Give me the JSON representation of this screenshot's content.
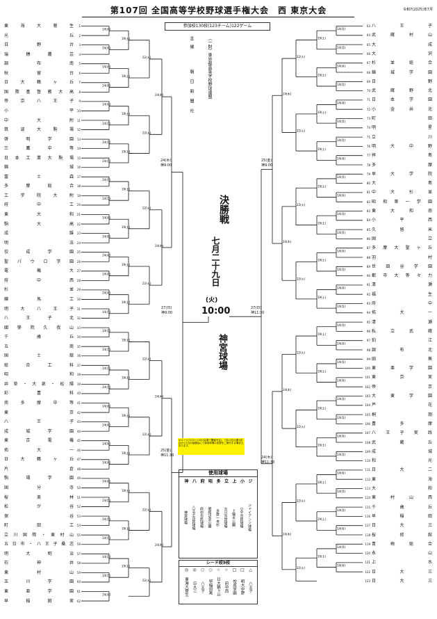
{
  "header": {
    "title": "第107回 全国高等学校野球選手権大会　西 東京大会",
    "date": "令和7(2025)年7月",
    "teams_count": "参加校130校(123チーム)122ゲーム"
  },
  "sponsor": {
    "host_label": "主　催",
    "host": "朝日新聞社",
    "cohost": "（一財）東京都高等学校野球連盟"
  },
  "final": {
    "label": "決勝戦",
    "date": "七月二十九日",
    "weekday": "(火)",
    "time": "10:00",
    "venue": "神宮球場"
  },
  "note": "※ページ(7/12～13の2会場で開催予定)、7月22日の第1試合から1日の抽選会にて使用球場の変更をご案内する場合もあります。",
  "left_teams": [
    {
      "n": "1",
      "name": "東海大菅生"
    },
    {
      "n": "2",
      "name": "光丘"
    },
    {
      "n": "3",
      "name": "日野台"
    },
    {
      "n": "4",
      "name": "瑞穂農芸"
    },
    {
      "n": "5",
      "name": "調布南"
    },
    {
      "n": "6",
      "name": "秋留台"
    },
    {
      "n": "7",
      "name": "日大鶴ヶ丘"
    },
    {
      "n": "8",
      "name": "国際基督教大高"
    },
    {
      "n": "9",
      "name": "帝京八王子"
    },
    {
      "n": "10",
      "name": "小平"
    },
    {
      "n": "11",
      "name": "中大附"
    },
    {
      "n": "12",
      "name": "筑波大駒場"
    },
    {
      "n": "13",
      "name": "啓明学園"
    },
    {
      "n": "14",
      "name": "三鷹中等"
    },
    {
      "n": "15",
      "name": "日本工業大駒場"
    },
    {
      "n": "16",
      "name": "錦城"
    },
    {
      "n": "17",
      "name": "富士森"
    },
    {
      "n": "18",
      "name": "多摩総合"
    },
    {
      "n": "19",
      "name": "工学院大附"
    },
    {
      "n": "20",
      "name": "府中工"
    },
    {
      "n": "21",
      "name": "東大和"
    },
    {
      "n": "22",
      "name": "駒大高"
    },
    {
      "n": "23",
      "name": "成蹊"
    },
    {
      "n": "24",
      "name": "明法"
    },
    {
      "n": "25",
      "name": "佼成学園"
    },
    {
      "n": "26",
      "name": "聖パウロ学園"
    },
    {
      "n": "27",
      "name": "電機大"
    },
    {
      "n": "28",
      "name": "府中西"
    },
    {
      "n": "29",
      "name": "杉並"
    },
    {
      "n": "30",
      "name": "練馬工"
    },
    {
      "n": "31",
      "name": "明大八王子"
    },
    {
      "n": "32",
      "name": "八王子北"
    },
    {
      "n": "33",
      "name": "國學院久我山"
    },
    {
      "n": "34",
      "name": "千歳丘"
    },
    {
      "n": "35",
      "name": "五商"
    },
    {
      "n": "36",
      "name": "国士舘"
    },
    {
      "n": "37",
      "name": "総合工科"
    },
    {
      "n": "38",
      "name": "昭和"
    },
    {
      "n": "39",
      "name": "井草・大泉・松陽"
    },
    {
      "n": "40",
      "name": "彩豊科"
    },
    {
      "n": "41",
      "name": "南多摩中等"
    },
    {
      "n": "42",
      "name": "東京"
    },
    {
      "n": "43",
      "name": "八王子"
    },
    {
      "n": "44",
      "name": "成城学園"
    },
    {
      "n": "45",
      "name": "東京電機"
    },
    {
      "n": "46",
      "name": "拓大一"
    },
    {
      "n": "47",
      "name": "日大鶴ヶ丘"
    },
    {
      "n": "48",
      "name": "片倉"
    },
    {
      "n": "49",
      "name": "駒場学園"
    },
    {
      "n": "50",
      "name": "国分寺"
    },
    {
      "n": "51",
      "name": "桜美林"
    },
    {
      "n": "52",
      "name": "松が谷"
    },
    {
      "n": "53",
      "name": "保谷"
    },
    {
      "n": "54",
      "name": "町田工"
    },
    {
      "n": "55",
      "name": "立川国際・東村山"
    },
    {
      "n": "56",
      "name": "五日市・八王子桑志"
    },
    {
      "n": "57",
      "name": "明大明治"
    },
    {
      "n": "58",
      "name": "石神井"
    },
    {
      "n": "59",
      "name": "東村山"
    },
    {
      "n": "60",
      "name": "玉川学園"
    },
    {
      "n": "61",
      "name": "東亜学園"
    },
    {
      "n": "62",
      "name": "早稲田実"
    }
  ],
  "right_teams": [
    {
      "n": "63",
      "name": "八王子"
    },
    {
      "n": "64",
      "name": "武蔵村山"
    },
    {
      "n": "65",
      "name": "大成"
    },
    {
      "n": "66",
      "name": "大沢"
    },
    {
      "n": "67",
      "name": "杉並総合"
    },
    {
      "n": "68",
      "name": "錦城学園"
    },
    {
      "n": "69",
      "name": "日野"
    },
    {
      "n": "70",
      "name": "武蔵野北"
    },
    {
      "n": "71",
      "name": "日本学園"
    },
    {
      "n": "72",
      "name": "小金井北"
    },
    {
      "n": "73",
      "name": "町田"
    },
    {
      "n": "74",
      "name": "明星"
    },
    {
      "n": "75",
      "name": "立川"
    },
    {
      "n": "76",
      "name": "明大中野"
    },
    {
      "n": "77",
      "name": "拝島"
    },
    {
      "n": "78",
      "name": "多摩"
    },
    {
      "n": "79",
      "name": "早大学院"
    },
    {
      "n": "80",
      "name": "大島"
    },
    {
      "n": "81",
      "name": "中大杉並"
    },
    {
      "n": "82",
      "name": "昭和第一学園"
    },
    {
      "n": "83",
      "name": "東大和南"
    },
    {
      "n": "84",
      "name": "小平西"
    },
    {
      "n": "85",
      "name": "久留米"
    },
    {
      "n": "86",
      "name": "国立"
    },
    {
      "n": "87",
      "name": "多摩大聖ヶ丘"
    },
    {
      "n": "88",
      "name": "羽村"
    },
    {
      "n": "89",
      "name": "世田谷学園"
    },
    {
      "n": "90",
      "name": "都市大等々力"
    },
    {
      "n": "91",
      "name": "清瀬"
    },
    {
      "n": "92",
      "name": "福生"
    },
    {
      "n": "93",
      "name": "府中"
    },
    {
      "n": "94",
      "name": "拓大一"
    },
    {
      "n": "95",
      "name": "清瀬"
    },
    {
      "n": "96",
      "name": "私立武蔵"
    },
    {
      "n": "97",
      "name": "狛江"
    },
    {
      "n": "98",
      "name": "調布北"
    },
    {
      "n": "99",
      "name": "田無"
    },
    {
      "n": "100",
      "name": "東亜学園"
    },
    {
      "n": "101",
      "name": "東京実"
    },
    {
      "n": "102",
      "name": "帝京"
    },
    {
      "n": "103",
      "name": "大東学園"
    },
    {
      "n": "104",
      "name": "芦花"
    },
    {
      "n": "105",
      "name": "桐朋"
    },
    {
      "n": "106",
      "name": "豊多摩"
    },
    {
      "n": "107",
      "name": "八王子実践"
    },
    {
      "n": "108",
      "name": "武蔵丘"
    },
    {
      "n": "109",
      "name": "成城"
    },
    {
      "n": "110",
      "name": "和光"
    },
    {
      "n": "111",
      "name": "日大二"
    },
    {
      "n": "112",
      "name": "東海"
    },
    {
      "n": "113",
      "name": "大和"
    },
    {
      "n": "114",
      "name": "東村山西"
    },
    {
      "n": "115",
      "name": "千歳丘"
    },
    {
      "n": "116",
      "name": "早稲田"
    },
    {
      "n": "117",
      "name": "日大三"
    },
    {
      "n": "118",
      "name": "桜修館"
    },
    {
      "n": "119",
      "name": "青梅総合"
    },
    {
      "n": "120",
      "name": "永山"
    },
    {
      "n": "121",
      "name": "上水"
    },
    {
      "n": "122",
      "name": "日大三"
    },
    {
      "n": "123",
      "name": "日大三"
    }
  ],
  "stadiums": {
    "title": "使用球場",
    "cols": [
      {
        "head": "神",
        "body": "神宮球場"
      },
      {
        "head": "八",
        "body": "八王子市民球場"
      },
      {
        "head": "府",
        "body": "府中市民球場"
      },
      {
        "head": "昭",
        "body": "昭和記念公園"
      },
      {
        "head": "多",
        "body": "多摩一本杉"
      },
      {
        "head": "立",
        "body": "立川市営球場"
      },
      {
        "head": "上",
        "body": "上柚木公園"
      },
      {
        "head": "小",
        "body": "小平市民球場"
      },
      {
        "head": "ジ",
        "body": "ジャイアンツ球場"
      }
    ]
  },
  "seeds": {
    "title": "シード校9校",
    "marks": [
      "◎",
      "◎",
      "○",
      "○",
      "☆",
      "☆",
      "□",
      "□",
      "△"
    ],
    "cols": [
      "東海大菅生",
      "日大三",
      "八王子",
      "早稲田実",
      "日大鶴ヶ丘",
      "府中西",
      "佼成学園",
      "明大中野",
      "八王子"
    ]
  },
  "match_labels": {
    "r3": "22(火)",
    "r4": "24(木)",
    "r4_time": "神9:00",
    "r4b": "25(金)",
    "r4b_time": "神11:30",
    "semi_l": "27(日)",
    "semi_l_time": "神9:00",
    "semi_r": "27(日)",
    "semi_r_time": "神11:30"
  }
}
